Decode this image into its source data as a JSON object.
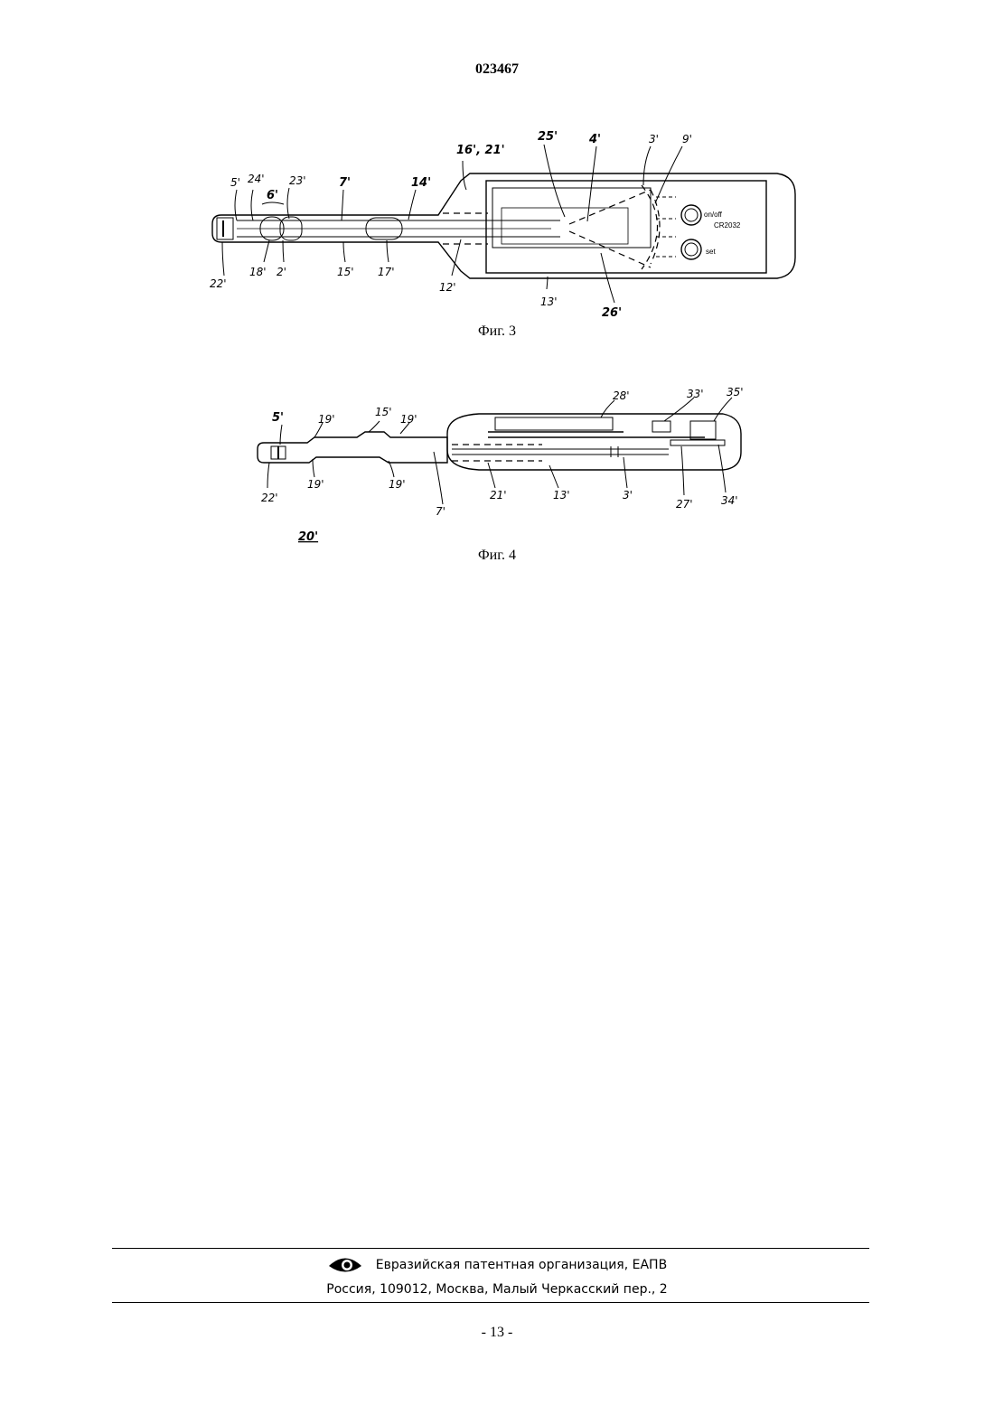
{
  "document": {
    "patent_number": "023467",
    "page_number": "- 13 -"
  },
  "figure3": {
    "caption": "Фиг. 3",
    "labels": {
      "l_5": "5'",
      "l_24": "24'",
      "l_6": "6'",
      "l_23": "23'",
      "l_7": "7'",
      "l_14": "14'",
      "l_16_21": "16', 21'",
      "l_25": "25'",
      "l_4": "4'",
      "l_3": "3'",
      "l_9": "9'",
      "l_22": "22'",
      "l_18": "18'",
      "l_2": "2'",
      "l_15": "15'",
      "l_17": "17'",
      "l_12": "12'",
      "l_13": "13'",
      "l_26": "26'"
    },
    "device_text": {
      "on_off": "on/off",
      "battery": "CR2032",
      "set": "set"
    }
  },
  "figure4": {
    "caption": "Фиг. 4",
    "labels": {
      "l_5": "5'",
      "l_19a": "19'",
      "l_15": "15'",
      "l_19b": "19'",
      "l_28": "28'",
      "l_33": "33'",
      "l_35": "35'",
      "l_22": "22'",
      "l_19c": "19'",
      "l_19d": "19'",
      "l_7": "7'",
      "l_21": "21'",
      "l_13": "13'",
      "l_3": "3'",
      "l_27": "27'",
      "l_34": "34'",
      "l_20": "20'"
    }
  },
  "footer": {
    "organization": "Евразийская патентная организация, ЕАПВ",
    "address": "Россия, 109012, Москва, Малый Черкасский пер., 2",
    "logo_icon": "eye-logo-icon"
  }
}
